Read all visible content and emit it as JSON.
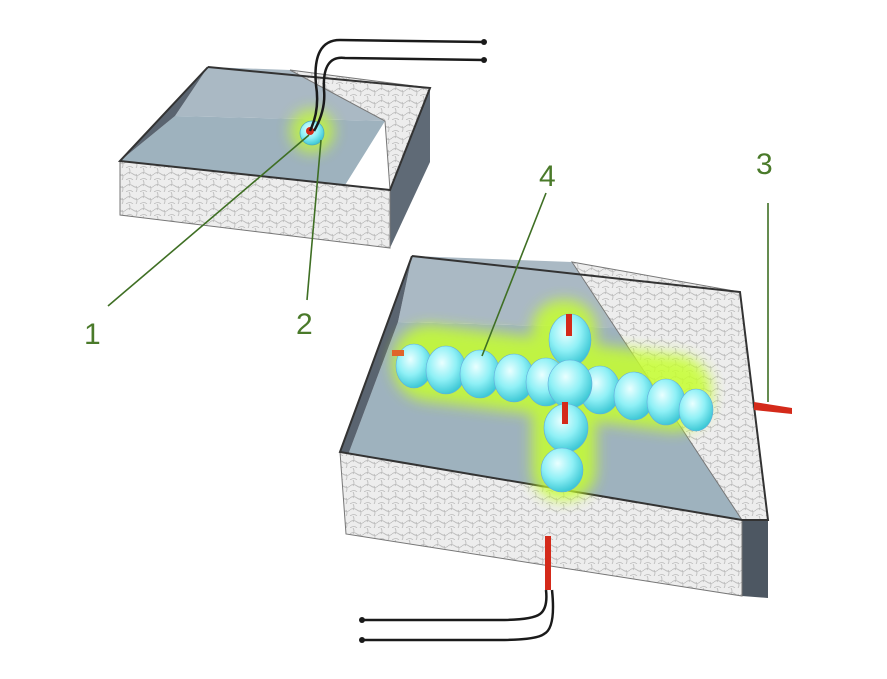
{
  "colors": {
    "label": "#4a7a2a",
    "leader": "#3f6f24",
    "glow": "#c6ff2e",
    "electrode": "#d42a1a",
    "wire": "#1a1a1a",
    "sphere": "#8ff0f6",
    "floor": "#9eb2be",
    "left_wall": "#5a6470",
    "back_wall": "#aab9c4",
    "foam": "#ececec"
  },
  "callouts": [
    {
      "id": "1",
      "text": "1"
    },
    {
      "id": "2",
      "text": "2"
    },
    {
      "id": "3",
      "text": "3"
    },
    {
      "id": "4",
      "text": "4"
    }
  ]
}
